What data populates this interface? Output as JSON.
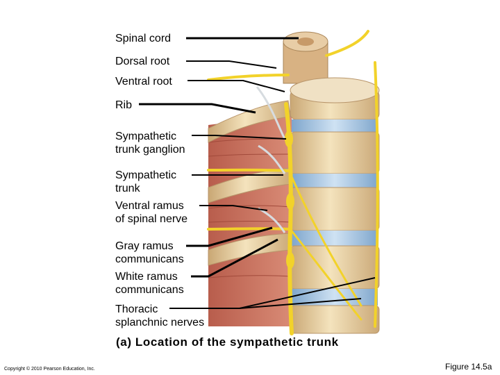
{
  "labels": {
    "spinal_cord": "Spinal cord",
    "dorsal_root": "Dorsal root",
    "ventral_root": "Ventral root",
    "rib": "Rib",
    "sympathetic_trunk_ganglion": "Sympathetic\ntrunk ganglion",
    "sympathetic_trunk": "Sympathetic\ntrunk",
    "ventral_ramus": "Ventral ramus\nof spinal nerve",
    "gray_ramus": "Gray ramus\ncommunicans",
    "white_ramus": "White ramus\ncommunicans",
    "thoracic_splanchnic": "Thoracic\nsplanchnic nerves"
  },
  "caption": "(a) Location of the sympathetic trunk",
  "copyright": "Copyright © 2010 Pearson Education, Inc.",
  "figure_number": "Figure 14.5a",
  "colors": {
    "nerve": "#f2d22a",
    "bone": "#e9d3a6",
    "disc": "#a9c9e6",
    "muscle": "#c9705d",
    "cord": "#d8b283"
  }
}
